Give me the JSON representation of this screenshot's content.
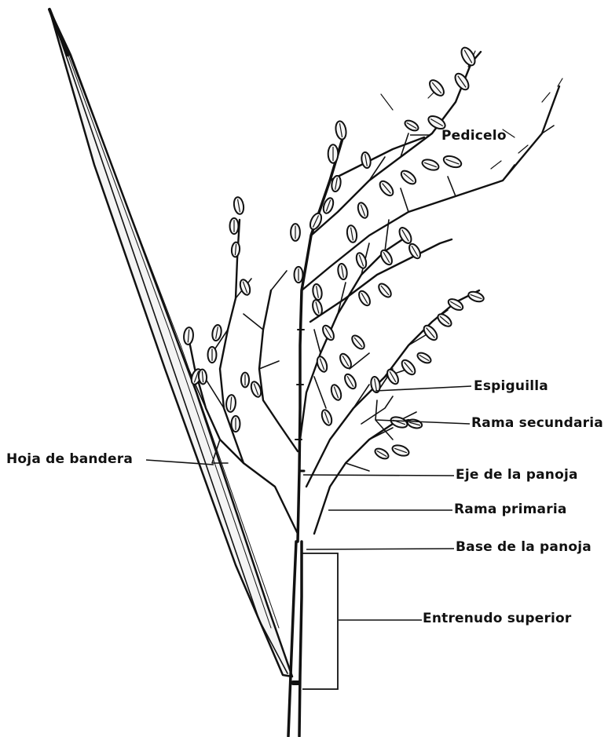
{
  "labels": {
    "pedicelo": "Pedicelo",
    "espiguilla": "Espiguilla",
    "rama_secundaria": "Rama secundaria",
    "hoja_de_bandera": "Hoja de bandera",
    "eje_de_la_panoja": "Eje de la panoja",
    "rama_primaria": "Rama primaria",
    "base_de_la_panoja": "Base de la panoja",
    "entrenudo_superior": "Entrenudo superior"
  },
  "colors": {
    "ink": "#111111",
    "background": "#ffffff"
  }
}
